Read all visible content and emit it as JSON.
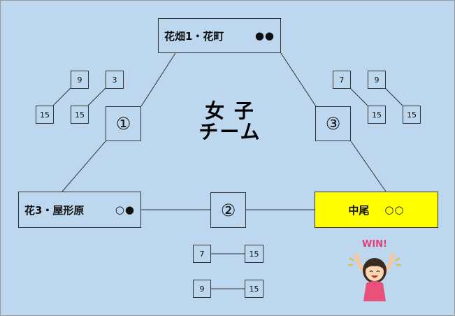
{
  "title": {
    "line1": "女 子",
    "line2": "チーム"
  },
  "teams": {
    "top": {
      "name": "花畑1・花町",
      "record": "●●"
    },
    "left": {
      "name": "花3・屋形原",
      "record": "○●"
    },
    "right": {
      "name": "中尾",
      "record": "○○"
    }
  },
  "matches": {
    "m1": "①",
    "m2": "②",
    "m3": "③"
  },
  "scores": {
    "m1": [
      {
        "a": "9",
        "b": "15"
      },
      {
        "a": "3",
        "b": "15"
      }
    ],
    "m3": [
      {
        "a": "7",
        "b": "15"
      },
      {
        "a": "9",
        "b": "15"
      }
    ],
    "m2": [
      {
        "a": "7",
        "b": "15"
      },
      {
        "a": "9",
        "b": "15"
      }
    ]
  },
  "win_badge": {
    "text": "WIN!"
  },
  "colors": {
    "background": "#bdd7ee",
    "winner_highlight": "#ffff00"
  }
}
